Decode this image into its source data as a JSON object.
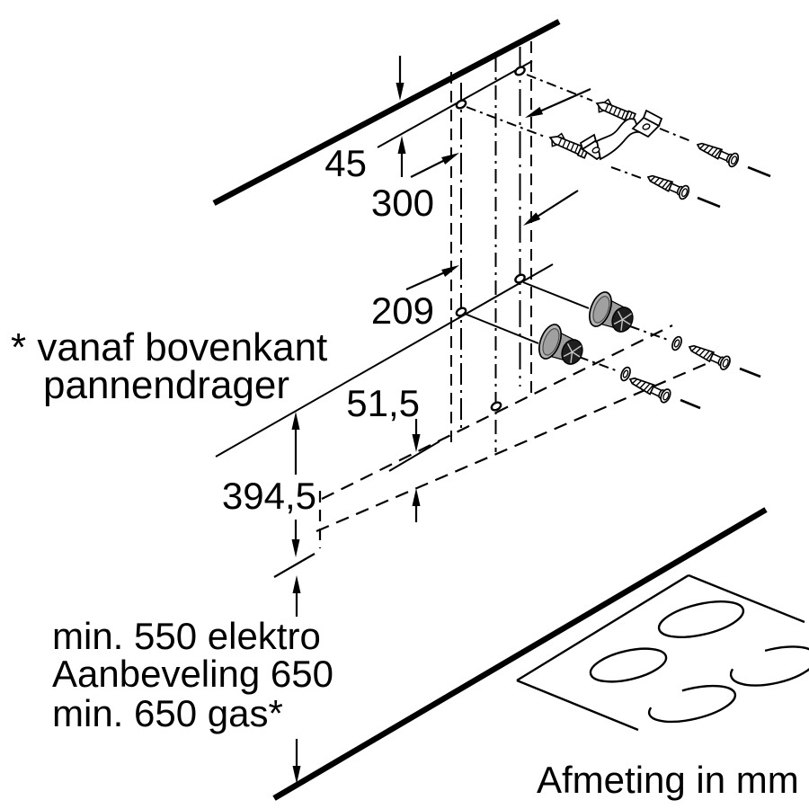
{
  "diagram": {
    "unit_note": "Afmeting in mm",
    "dimensions": {
      "wall_edge_to_upper_holes": "45",
      "upper_to_lower_holes": "300",
      "lower_holes_offset": "209",
      "hood_lip_offset": "51,5",
      "hood_bottom_to_lower_holes": "394,5"
    },
    "clearance_note": {
      "line1": "min. 550 elektro",
      "line2": "Aanbeveling 650",
      "line3": "min. 650 gas*"
    },
    "footnote": {
      "line1": "* vanaf bovenkant",
      "line2": "pannendrager"
    },
    "colors": {
      "line": "#000000",
      "bolt_body": "#b3b3b3",
      "bolt_cone": "#a0a0a0",
      "bolt_head": "#1e1e1e",
      "background": "#ffffff"
    },
    "parts": [
      "wall-plug",
      "mounting-bracket",
      "wood-screw",
      "washer",
      "hanger-bolt",
      "hood-phantom-outline",
      "cooktop"
    ]
  }
}
